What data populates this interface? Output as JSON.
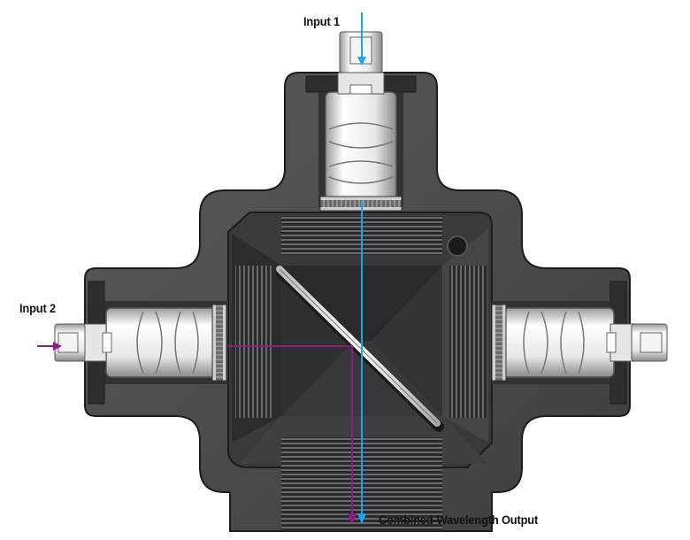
{
  "labels": {
    "input_1": "Input 1",
    "input_2": "Input 2",
    "output": "Combined-Wavelength Output"
  },
  "colors": {
    "housing": "#4a4a4c",
    "housing_dark": "#2e2e30",
    "housing_edge": "#1c1c1e",
    "lens": "#f2f2f2",
    "beam_input_1": "#1aa6e6",
    "beam_input_2": "#8e1a8e",
    "text": "#111111"
  }
}
